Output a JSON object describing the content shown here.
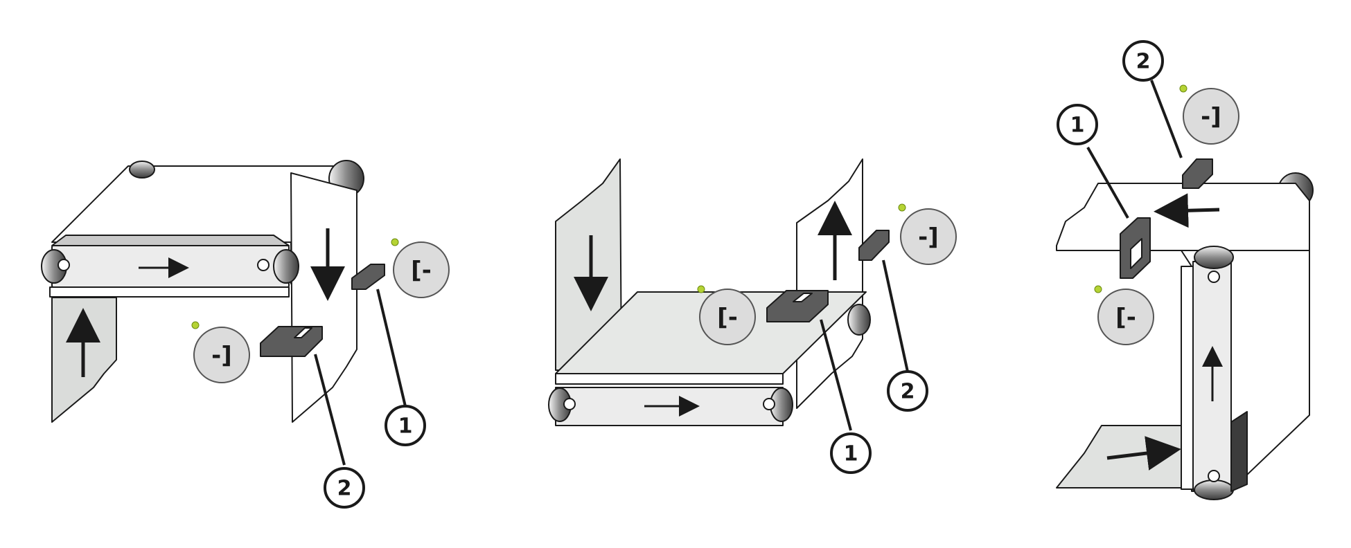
{
  "diagram": {
    "panels": [
      {
        "callouts": [
          {
            "label": "1"
          },
          {
            "label": "2"
          }
        ],
        "sensor_badges": [
          {
            "symbol": "[-"
          },
          {
            "symbol": "-]"
          }
        ]
      },
      {
        "callouts": [
          {
            "label": "1"
          },
          {
            "label": "2"
          }
        ],
        "sensor_badges": [
          {
            "symbol": "[-"
          },
          {
            "symbol": "-]"
          }
        ]
      },
      {
        "callouts": [
          {
            "label": "1"
          },
          {
            "label": "2"
          }
        ],
        "sensor_badges": [
          {
            "symbol": "-]"
          },
          {
            "symbol": "[-"
          }
        ]
      }
    ],
    "colors": {
      "outline": "#1a1a1a",
      "sheet_fill": "#ffffff",
      "belt_fill": "#e6e8e6",
      "sensor_fill": "#5c5c5c",
      "badge_fill": "#dcdcdc",
      "indicator_dot": "#b5d334"
    }
  }
}
